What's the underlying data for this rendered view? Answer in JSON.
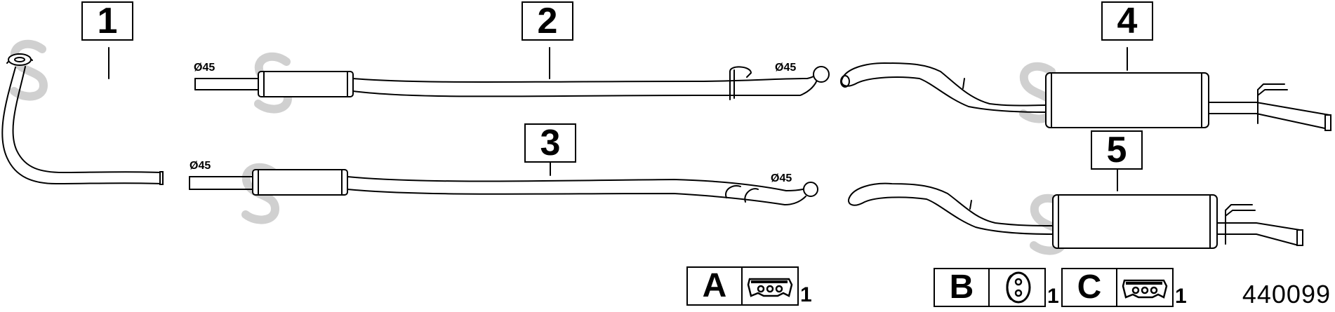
{
  "parts": [
    {
      "number": "1"
    },
    {
      "number": "2",
      "diameter_left": "Ø45",
      "diameter_right": "Ø45"
    },
    {
      "number": "3",
      "diameter_left": "Ø45",
      "diameter_right": "Ø45"
    },
    {
      "number": "4"
    },
    {
      "number": "5"
    }
  ],
  "kits": [
    {
      "letter": "A",
      "quantity": "1",
      "icon": "clamp-plate-icon"
    },
    {
      "letter": "B",
      "quantity": "1",
      "icon": "rubber-hanger-icon"
    },
    {
      "letter": "C",
      "quantity": "1",
      "icon": "clamp-plate-icon"
    }
  ],
  "reference_number": "440099"
}
